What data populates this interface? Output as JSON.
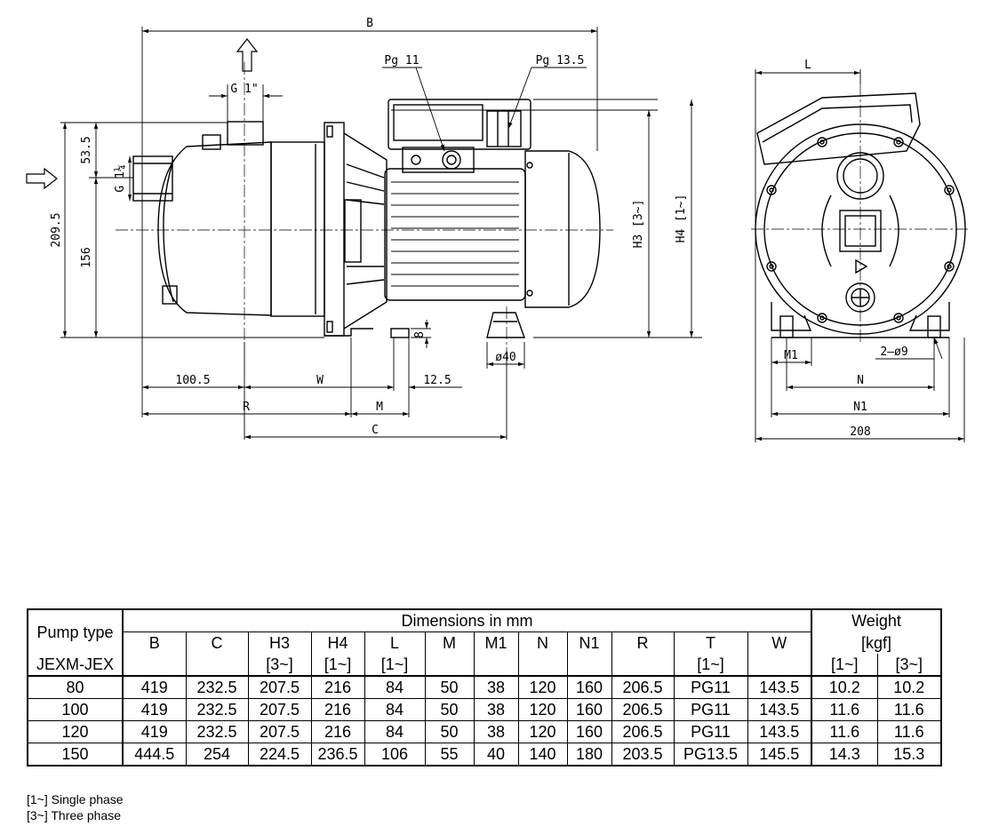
{
  "labels": {
    "B": "B",
    "C": "C",
    "R": "R",
    "M": "M",
    "W": "W",
    "L": "L",
    "N": "N",
    "N1": "N1",
    "M1": "M1",
    "G1": "G 1\"",
    "G114": "G 1¼",
    "pg11": "Pg 11",
    "pg135": "Pg 13.5",
    "h3": "H3 [3~]",
    "h4": "H4 [1~]",
    "d53_5": "53.5",
    "d209_5": "209.5",
    "d156": "156",
    "d100_5": "100.5",
    "d12_5": "12.5",
    "d8": "8",
    "d40": "ø40",
    "hole": "2–ø9",
    "d208": "208"
  },
  "table": {
    "pump_type_label": "Pump type",
    "series_label": "JEXM-JEX",
    "dimensions_label": "Dimensions in mm",
    "weight_label": "Weight",
    "weight_unit": "[kgf]",
    "columns": [
      "B",
      "C",
      "H3",
      "H4",
      "L",
      "M",
      "M1",
      "N",
      "N1",
      "R",
      "T",
      "W"
    ],
    "column_sub": [
      "",
      "",
      "[3~]",
      "[1~]",
      "[1~]",
      "",
      "",
      "",
      "",
      "",
      "[1~]",
      ""
    ],
    "weight_sub": [
      "[1~]",
      "[3~]"
    ],
    "rows": [
      {
        "type": "80",
        "values": [
          "419",
          "232.5",
          "207.5",
          "216",
          "84",
          "50",
          "38",
          "120",
          "160",
          "206.5",
          "PG11",
          "143.5"
        ],
        "weights": [
          "10.2",
          "10.2"
        ]
      },
      {
        "type": "100",
        "values": [
          "419",
          "232.5",
          "207.5",
          "216",
          "84",
          "50",
          "38",
          "120",
          "160",
          "206.5",
          "PG11",
          "143.5"
        ],
        "weights": [
          "11.6",
          "11.6"
        ]
      },
      {
        "type": "120",
        "values": [
          "419",
          "232.5",
          "207.5",
          "216",
          "84",
          "50",
          "38",
          "120",
          "160",
          "206.5",
          "PG11",
          "143.5"
        ],
        "weights": [
          "11.6",
          "11.6"
        ]
      },
      {
        "type": "150",
        "values": [
          "444.5",
          "254",
          "224.5",
          "236.5",
          "106",
          "55",
          "40",
          "140",
          "180",
          "203.5",
          "PG13.5",
          "145.5"
        ],
        "weights": [
          "14.3",
          "15.3"
        ]
      }
    ]
  },
  "notes": [
    "[1~] Single phase",
    "[3~] Three phase"
  ]
}
